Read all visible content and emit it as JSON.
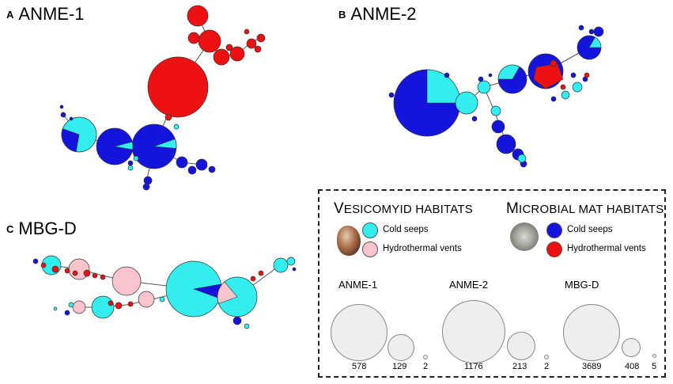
{
  "panels": {
    "a": {
      "letter": "A",
      "name": "ANME-1"
    },
    "b": {
      "letter": "B",
      "name": "ANME-2"
    },
    "c": {
      "letter": "C",
      "name": "MBG-D"
    }
  },
  "colors": {
    "vesicomyid_cold_seeps": "#33eeee",
    "vesicomyid_hydrothermal_vents": "#f9c4cb",
    "mat_cold_seeps": "#1414dc",
    "mat_hydrothermal_vents": "#ee1111",
    "size_circle": "#eeeeee"
  },
  "legend": {
    "vesicomyid": {
      "heading_initial": "V",
      "heading_rest": "ESICOMYID HABITATS",
      "cold_seeps": "Cold seeps",
      "hydrothermal_vents": "Hydrothermal vents",
      "thumbnail_icon": "clam-shell-icon"
    },
    "microbial_mat": {
      "heading_initial": "M",
      "heading_rest": "ICROBIAL MAT HABITATS",
      "cold_seeps": "Cold seeps",
      "hydrothermal_vents": "Hydrothermal vents",
      "thumbnail_icon": "microbial-mat-icon"
    },
    "size_scales": [
      {
        "group": "ANME-1",
        "values": [
          578,
          129,
          2
        ]
      },
      {
        "group": "ANME-2",
        "values": [
          1176,
          213,
          2
        ]
      },
      {
        "group": "MBG-D",
        "values": [
          3689,
          408,
          5
        ]
      }
    ]
  }
}
